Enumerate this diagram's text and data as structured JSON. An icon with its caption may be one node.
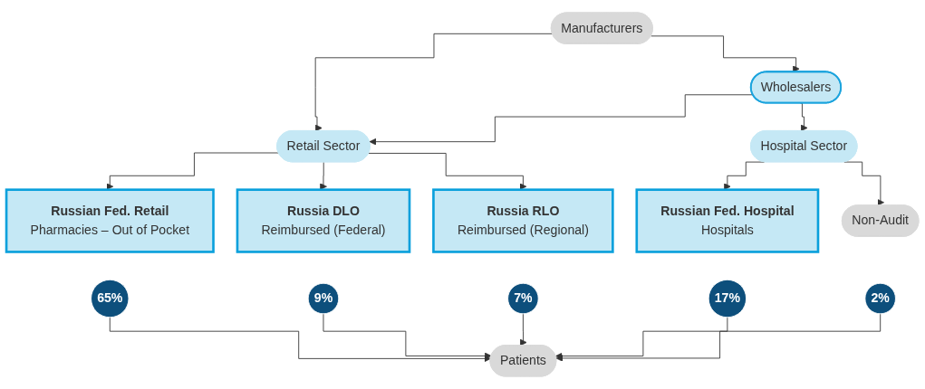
{
  "diagram": {
    "nodes": [
      {
        "text": [
          "Manufacturers"
        ]
      },
      {
        "text": [
          "Retail Sector"
        ]
      },
      {
        "text": [
          "Wholesalers"
        ]
      },
      {
        "text": [
          "Hospital Sector"
        ]
      },
      {
        "text": [
          "Russian Fed. Retail",
          "Pharmacies – Out of Pocket"
        ]
      },
      {
        "text": [
          "Russia DLO",
          "Reimbursed (Federal)"
        ]
      },
      {
        "text": [
          "Russia RLO",
          "Reimbursed (Regional)"
        ]
      },
      {
        "text": [
          "Russian Fed. Hospital",
          "Hospitals"
        ]
      },
      {
        "text": [
          "Non-Audit"
        ]
      },
      {
        "text": [
          "65%"
        ]
      },
      {
        "text": [
          "9%"
        ]
      },
      {
        "text": [
          "7%"
        ]
      },
      {
        "text": [
          "17%"
        ]
      },
      {
        "text": [
          "2%"
        ]
      },
      {
        "text": [
          "Patients"
        ]
      }
    ],
    "edges": [
      {
        "from": 0,
        "to": 1,
        "arrow": "to"
      },
      {
        "from": 0,
        "to": 2,
        "arrow": "to"
      },
      {
        "from": 2,
        "to": 1,
        "arrow": "to"
      },
      {
        "from": 2,
        "to": 3,
        "arrow": "to"
      },
      {
        "from": 1,
        "to": 4,
        "arrow": "to"
      },
      {
        "from": 1,
        "to": 5,
        "arrow": "to"
      },
      {
        "from": 1,
        "to": 6,
        "arrow": "to"
      },
      {
        "from": 3,
        "to": 7,
        "arrow": "to"
      },
      {
        "from": 3,
        "to": 8,
        "arrow": "to"
      },
      {
        "from": 9,
        "to": 14,
        "arrow": "to"
      },
      {
        "from": 10,
        "to": 14,
        "arrow": "to"
      },
      {
        "from": 11,
        "to": 14,
        "arrow": "to"
      },
      {
        "from": 12,
        "to": 14,
        "arrow": "to"
      },
      {
        "from": 13,
        "to": 14,
        "arrow": "to"
      }
    ]
  }
}
